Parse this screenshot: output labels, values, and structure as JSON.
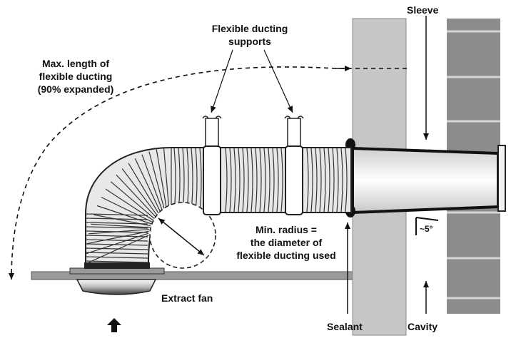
{
  "labels": {
    "sleeve": "Sleeve",
    "supports": [
      "Flexible ducting",
      "supports"
    ],
    "max_length": [
      "Max. length of",
      "flexible ducting",
      "(90% expanded)"
    ],
    "min_radius": [
      "Min. radius =",
      "the diameter of",
      "flexible ducting used"
    ],
    "extract_fan": "Extract fan",
    "sealant": "Sealant",
    "cavity": "Cavity",
    "angle": "~5°"
  }
}
